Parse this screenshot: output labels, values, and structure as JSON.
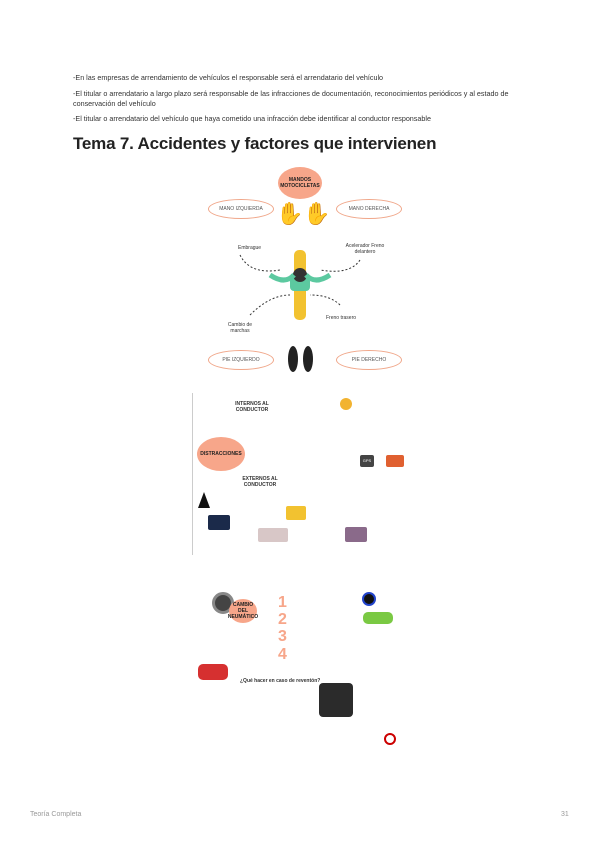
{
  "paragraphs": [
    "-En las empresas de arrendamiento de vehículos el responsable será el arrendatario del vehículo",
    "-El titular o arrendatario a largo plazo será responsable de las infracciones de documentación, reconocimientos periódicos y al estado de conservación del vehículo",
    "-El titular o arrendatario del vehículo que haya cometido una infracción debe identificar al conductor responsable"
  ],
  "title": "Tema 7. Accidentes y factores que intervienen",
  "diagram_mandos": {
    "center": "MANDOS MOTOCICLETAS",
    "mano_izq": "MANO IZQUIERDA",
    "mano_der": "MANO DERECHA",
    "embrague": "Embrague",
    "acelerador": "Acelerador Freno delantero",
    "cambio": "Cambio de marchas",
    "freno_trasero": "Freno trasero",
    "pie_izq": "PIE IZQUIERDO",
    "pie_der": "PIE DERECHO"
  },
  "diagram_distracciones": {
    "center": "DISTRACCIONES",
    "internos": "INTERNOS AL CONDUCTOR",
    "externos": "EXTERNOS AL CONDUCTOR",
    "gps": "GPS"
  },
  "diagram_neumatico": {
    "center": "CAMBIO DEL NEUMÁTICO",
    "steps": [
      "1",
      "2",
      "3",
      "4"
    ],
    "question": "¿Qué hacer en caso de reventón?"
  },
  "footer": {
    "left": "Teoría Completa",
    "page": "31"
  },
  "colors": {
    "accent": "#f7a68a",
    "moto": "#f2c230",
    "rider": "#5cc9a0"
  }
}
